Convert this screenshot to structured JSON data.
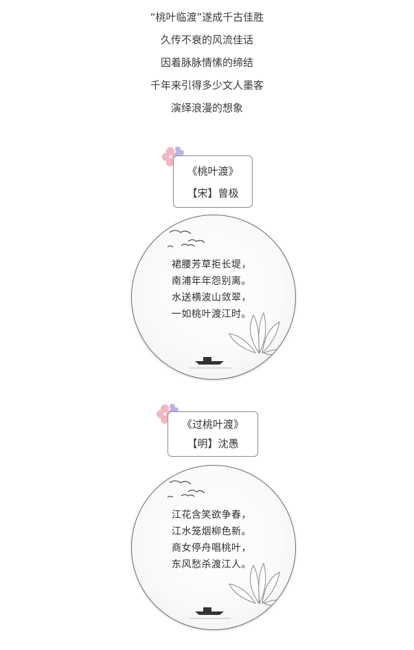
{
  "intro": [
    "“桃叶临渡”遂成千古佳胜",
    "久传不衰的风流佳话",
    "因着脉脉情愫的缔结",
    "千年来引得多少文人墨客",
    "演绎浪漫的想象"
  ],
  "poems": [
    {
      "title": "《桃叶渡》",
      "author": "【宋】曾极",
      "lines": [
        "裙腰芳草拒长堤，",
        "南浦年年怨别离。",
        "水送横波山敛翠，",
        "一如桃叶渡江时。"
      ]
    },
    {
      "title": "《过桃叶渡》",
      "author": "【明】沈愚",
      "lines": [
        "江花含笑欲争春，",
        "江水笼烟柳色新。",
        "商女停舟唱桃叶，",
        "东风愁杀渡江人。"
      ]
    }
  ],
  "colors": {
    "blossom_pink": "#f2a9b7",
    "blossom_purple": "#b7a9e6",
    "border": "#8a8a8a"
  }
}
